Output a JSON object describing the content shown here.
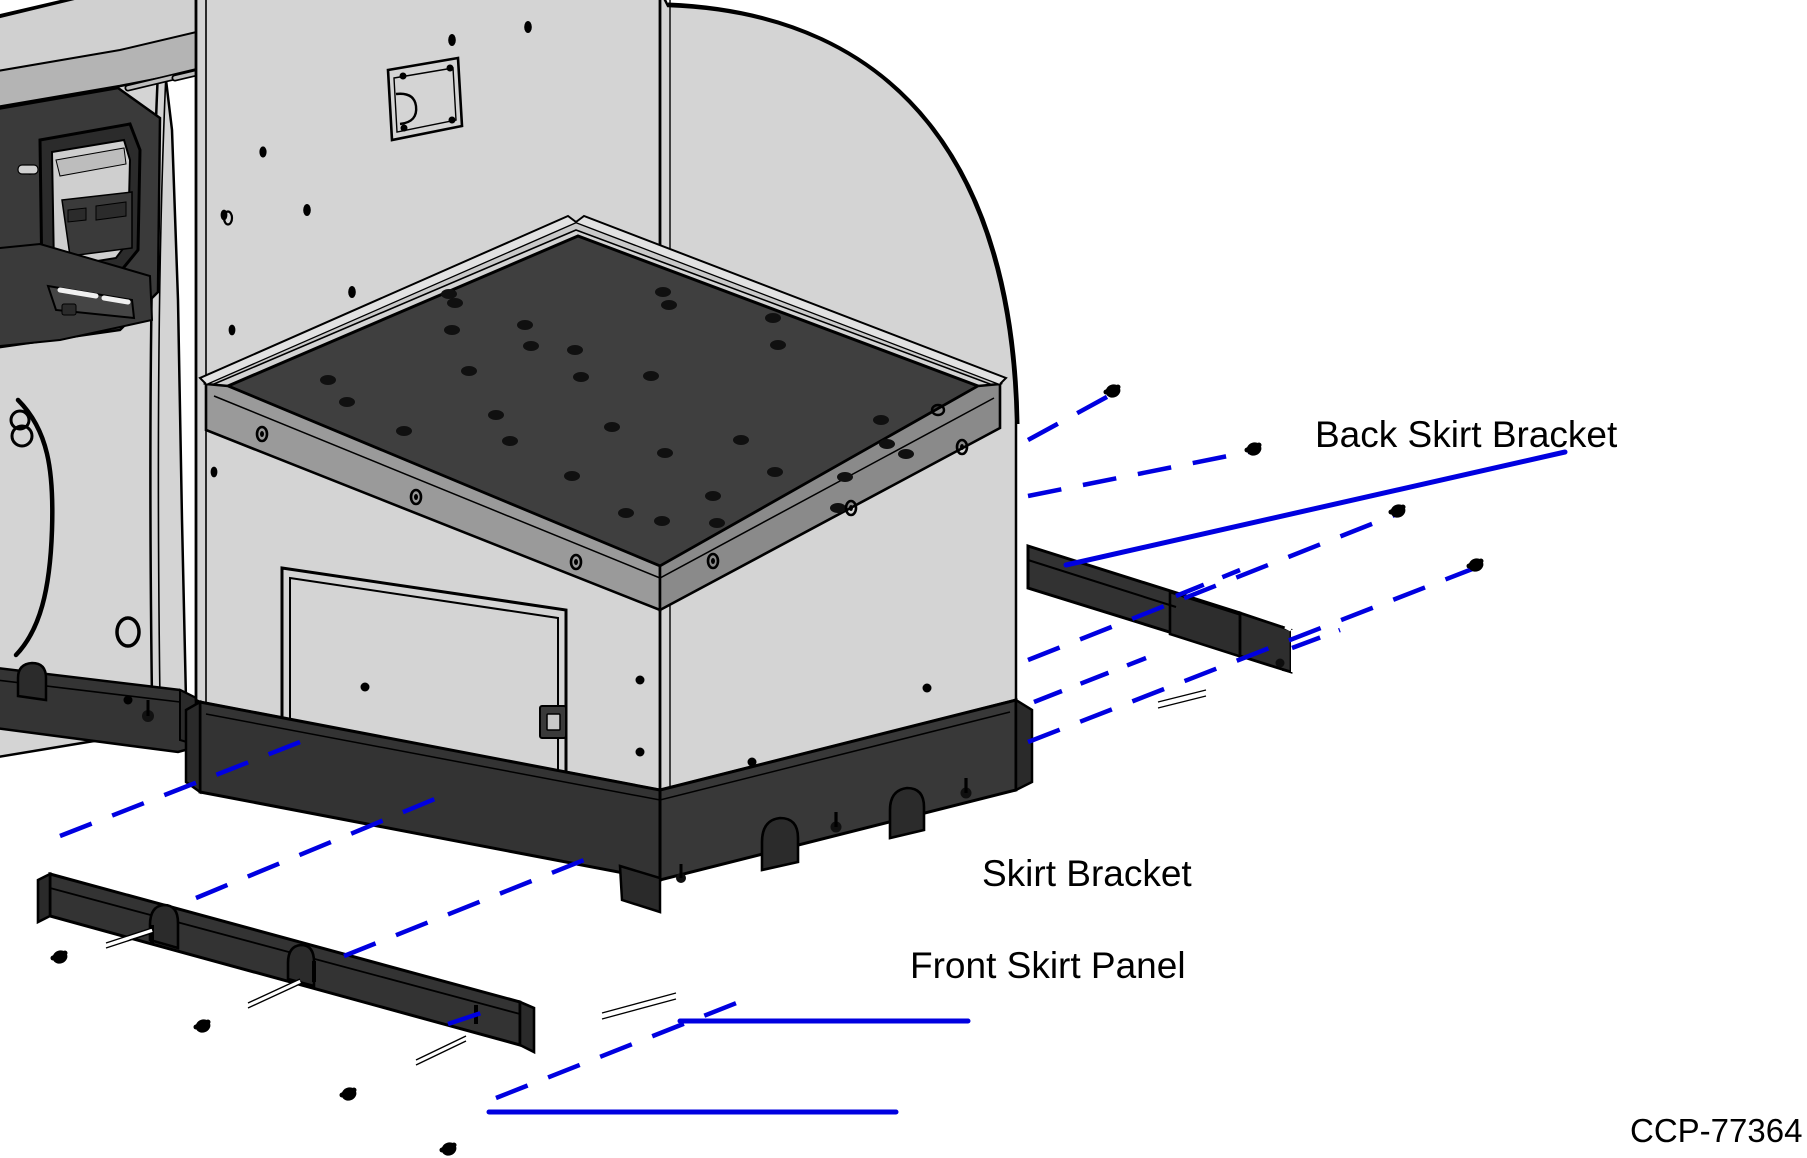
{
  "document": {
    "type": "technical-exploded-assembly-illustration",
    "part_number": "CCP-77364",
    "background_color": "#ffffff",
    "subject": "Kiosk / vending machine cabinet skirt bracket installation"
  },
  "callouts": [
    {
      "id": "back-skirt-bracket",
      "label": "Back Skirt Bracket",
      "leader_color": "#0000e0",
      "leader_style": "solid"
    },
    {
      "id": "skirt-bracket",
      "label": "Skirt Bracket",
      "leader_color": "#0000e0",
      "leader_style": "solid"
    },
    {
      "id": "front-skirt-panel",
      "label": "Front Skirt Panel",
      "leader_color": "#0000e0",
      "leader_style": "solid"
    }
  ],
  "colors": {
    "leader_blue": "#0000e0",
    "assembly_dash_blue": "#0000e0",
    "cabinet_light": "#d4d4d4",
    "cabinet_mid": "#a8a8a8",
    "cabinet_shadow": "#8a8a8a",
    "dark_part": "#3a3a3a",
    "darker_part": "#2e2e2e",
    "table_surface": "#3f3f3f",
    "outline": "#000000",
    "text": "#000000"
  },
  "parts": {
    "main_cabinet": {
      "name": "Main cabinet body",
      "fill": "#d4d4d4"
    },
    "adjacent_unit": {
      "name": "Adjacent kiosk unit",
      "fill": "#d4d4d4"
    },
    "work_table": {
      "name": "Dark work table / platform",
      "fill": "#3f3f3f",
      "mounting_hole_count": 30
    },
    "base_skirt_bracket": {
      "name": "Skirt Bracket (installed on base)",
      "fill": "#353535",
      "notch_count": 4
    },
    "back_skirt_bracket": {
      "name": "Back Skirt Bracket (exploded right)",
      "fill": "#323232"
    },
    "front_skirt_panel": {
      "name": "Front Skirt Panel (exploded lower left)",
      "fill": "#333333",
      "notch_count": 2
    },
    "fasteners": {
      "name": "Assembly screws",
      "count": 8,
      "color": "#000000"
    }
  },
  "assembly_lines": {
    "style": "dashed",
    "color": "#0000e0",
    "count": 8,
    "description": "Dashed blue installation paths showing screw insertion direction"
  }
}
